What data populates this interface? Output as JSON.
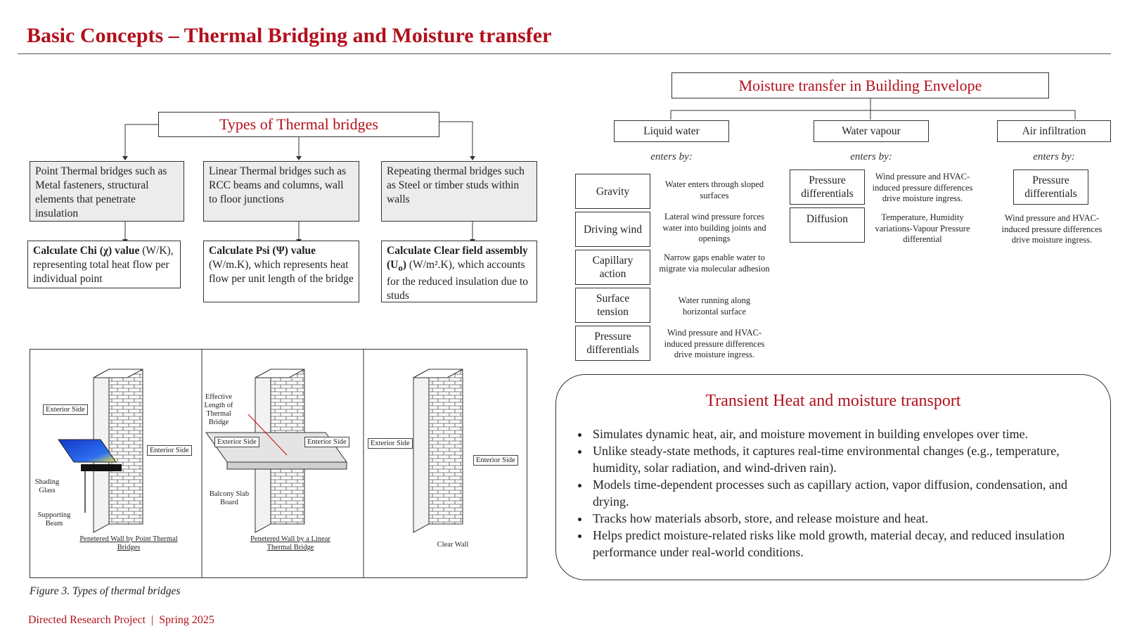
{
  "title": "Basic Concepts – Thermal Bridging and Moisture transfer",
  "thermal": {
    "header": "Types of Thermal bridges",
    "types": [
      {
        "desc": "Point Thermal bridges such as Metal fasteners, structural elements that penetrate insulation",
        "calc_bold": "Calculate Chi (χ) value",
        "calc_rest": "(W/K), representing total heat flow per individual point"
      },
      {
        "desc": "Linear Thermal bridges such as RCC beams and columns, wall to floor junctions",
        "calc_bold": "Calculate Psi (Ψ) value",
        "calc_rest": "(W/m.K), which represents heat flow per unit length of the bridge"
      },
      {
        "desc": "Repeating thermal bridges such as Steel or timber studs within walls",
        "calc_bold": "Calculate Clear field assembly (U",
        "calc_sub": "o",
        "calc_bold_end": ")",
        "calc_rest": "(W/m².K), which accounts for the reduced insulation due to studs"
      }
    ]
  },
  "figure": {
    "caption": "Figure 3. Types of thermal bridges",
    "panel1": {
      "exterior": "Exterior Side",
      "interior": "Enterior Side",
      "shading": "Shading Glass",
      "beam": "Supporting Beam",
      "label": "Penetered Wall by Point Thermal Bridges"
    },
    "panel2": {
      "effective": "Effective Length of Thermal Bridge",
      "exterior": "Exterior Side",
      "interior": "Enterior Side",
      "slab": "Balcony Slab Board",
      "label": "Penetered Wall by a Linear Thermal Bridge"
    },
    "panel3": {
      "exterior": "Exterior Side",
      "interior": "Enterior Side",
      "label": "Clear Wall"
    }
  },
  "moisture": {
    "header": "Moisture transfer in Building Envelope",
    "enters_by": "enters by:",
    "categories": [
      "Liquid water",
      "Water vapour",
      "Air infiltration"
    ],
    "liquid": [
      {
        "name": "Gravity",
        "desc": "Water enters through sloped surfaces"
      },
      {
        "name": "Driving wind",
        "desc": "Lateral wind pressure forces water into building joints and openings"
      },
      {
        "name": "Capillary action",
        "desc": "Narrow gaps enable water to migrate via molecular adhesion"
      },
      {
        "name": "Surface tension",
        "desc": "Water running along horizontal surface"
      },
      {
        "name": "Pressure differentials",
        "desc": "Wind pressure and HVAC-induced pressure differences drive moisture ingress."
      }
    ],
    "vapour": [
      {
        "name": "Pressure differentials",
        "desc": "Wind pressure and HVAC-induced pressure differences drive moisture ingress."
      },
      {
        "name": "Diffusion",
        "desc": "Temperature, Humidity variations-Vapour Pressure differential"
      }
    ],
    "air": [
      {
        "name": "Pressure differentials",
        "desc": "Wind pressure and HVAC-induced pressure differences drive moisture ingress."
      }
    ]
  },
  "transient": {
    "header": "Transient Heat and moisture transport",
    "bullets": [
      "Simulates dynamic heat, air, and moisture movement in building envelopes over time.",
      "Unlike steady-state methods, it captures real-time environmental changes (e.g., temperature, humidity, solar radiation, and wind-driven rain).",
      "Models time-dependent processes such as capillary action, vapor diffusion, condensation, and drying.",
      "Tracks how materials absorb, store, and release moisture and heat.",
      "Helps predict moisture-related risks like mold growth, material decay, and reduced insulation performance under real-world conditions."
    ]
  },
  "footer": "Directed Research Project  |  Spring 2025"
}
